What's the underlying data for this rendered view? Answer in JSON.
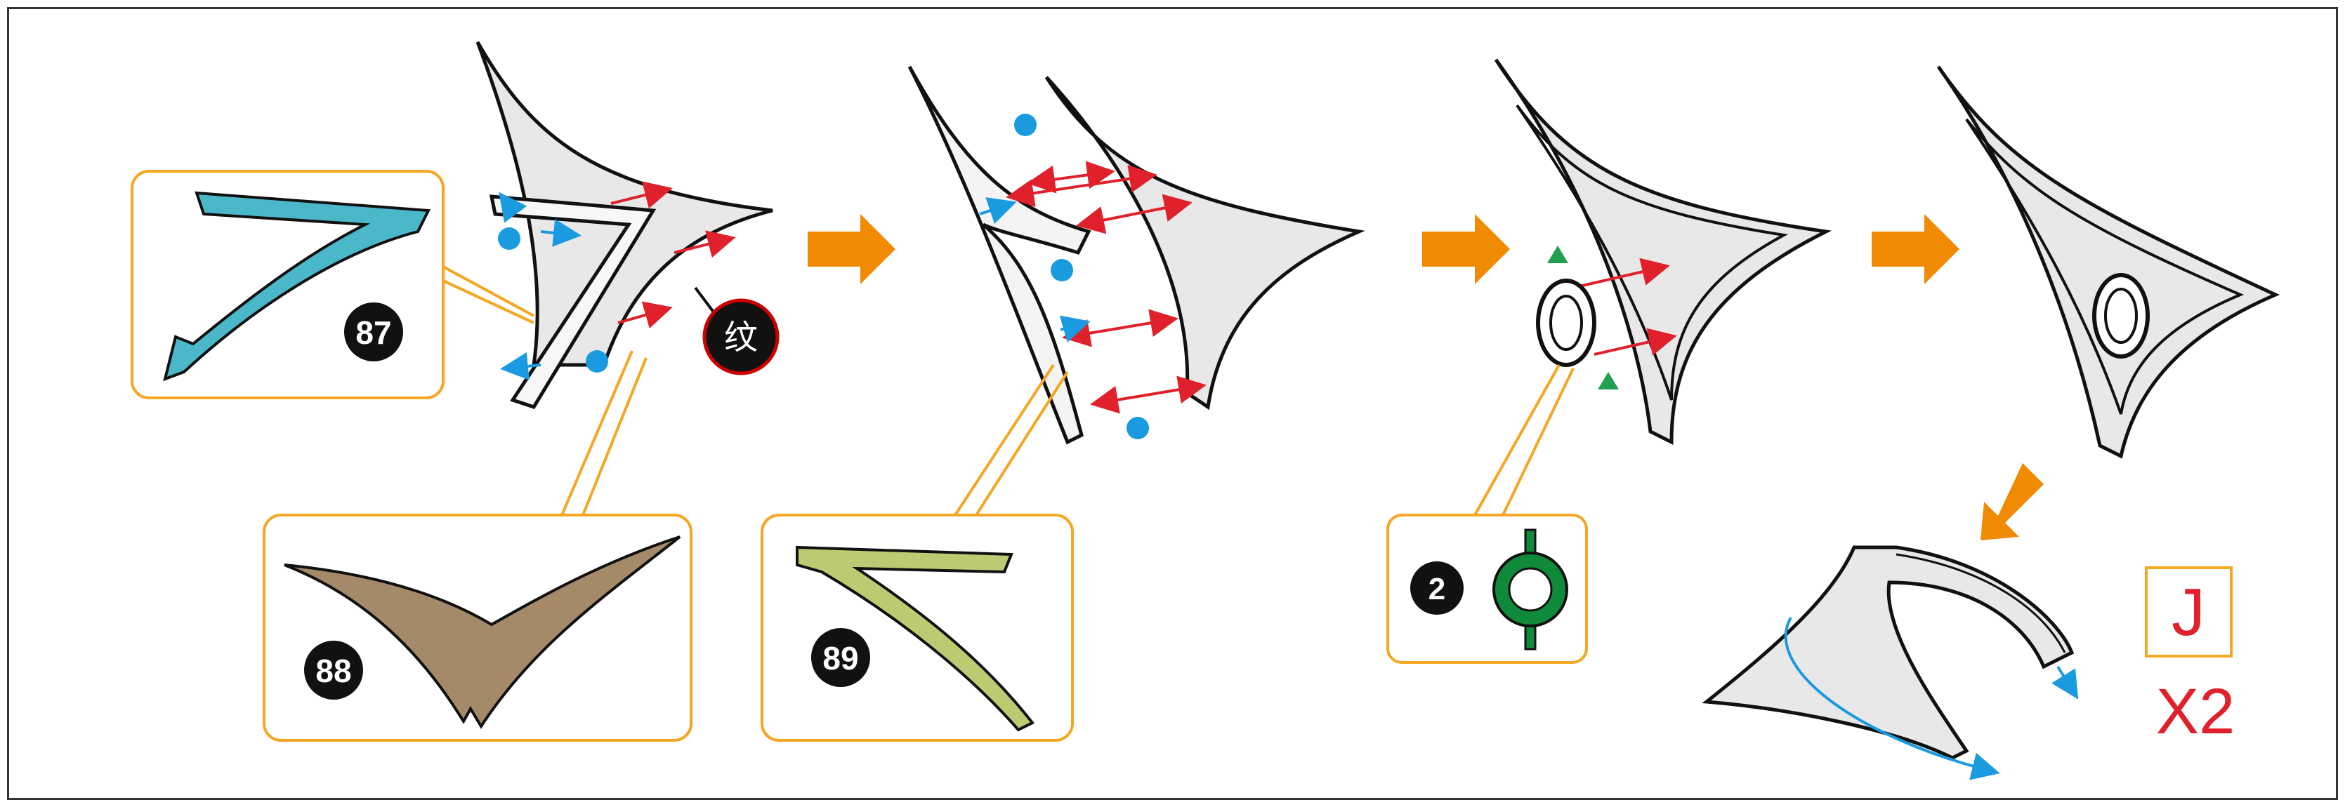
{
  "parts": {
    "p87": {
      "number": "87",
      "color": "#4ab8c8"
    },
    "p88": {
      "number": "88",
      "color": "#a48a68"
    },
    "p89": {
      "number": "89",
      "color": "#bccb72"
    },
    "p2": {
      "number": "2",
      "color": "#0f8a3a"
    }
  },
  "texture_mark": {
    "label": "纹"
  },
  "set_label": {
    "letter": "J",
    "quantity": "X2"
  },
  "colors": {
    "step_arrow": "#f08a00",
    "callout_border": "#f5a623",
    "guide_arrow": "#e0202a",
    "tab_arrow": "#1a9be0",
    "glue_dot": "#1a9be0",
    "align_mark": "#20a050",
    "panel_fill": "#e8e8e8",
    "outline": "#111111"
  },
  "icons": [
    "step-arrow-icon",
    "glue-dot-icon",
    "align-triangle-icon",
    "texture-mark-icon"
  ]
}
